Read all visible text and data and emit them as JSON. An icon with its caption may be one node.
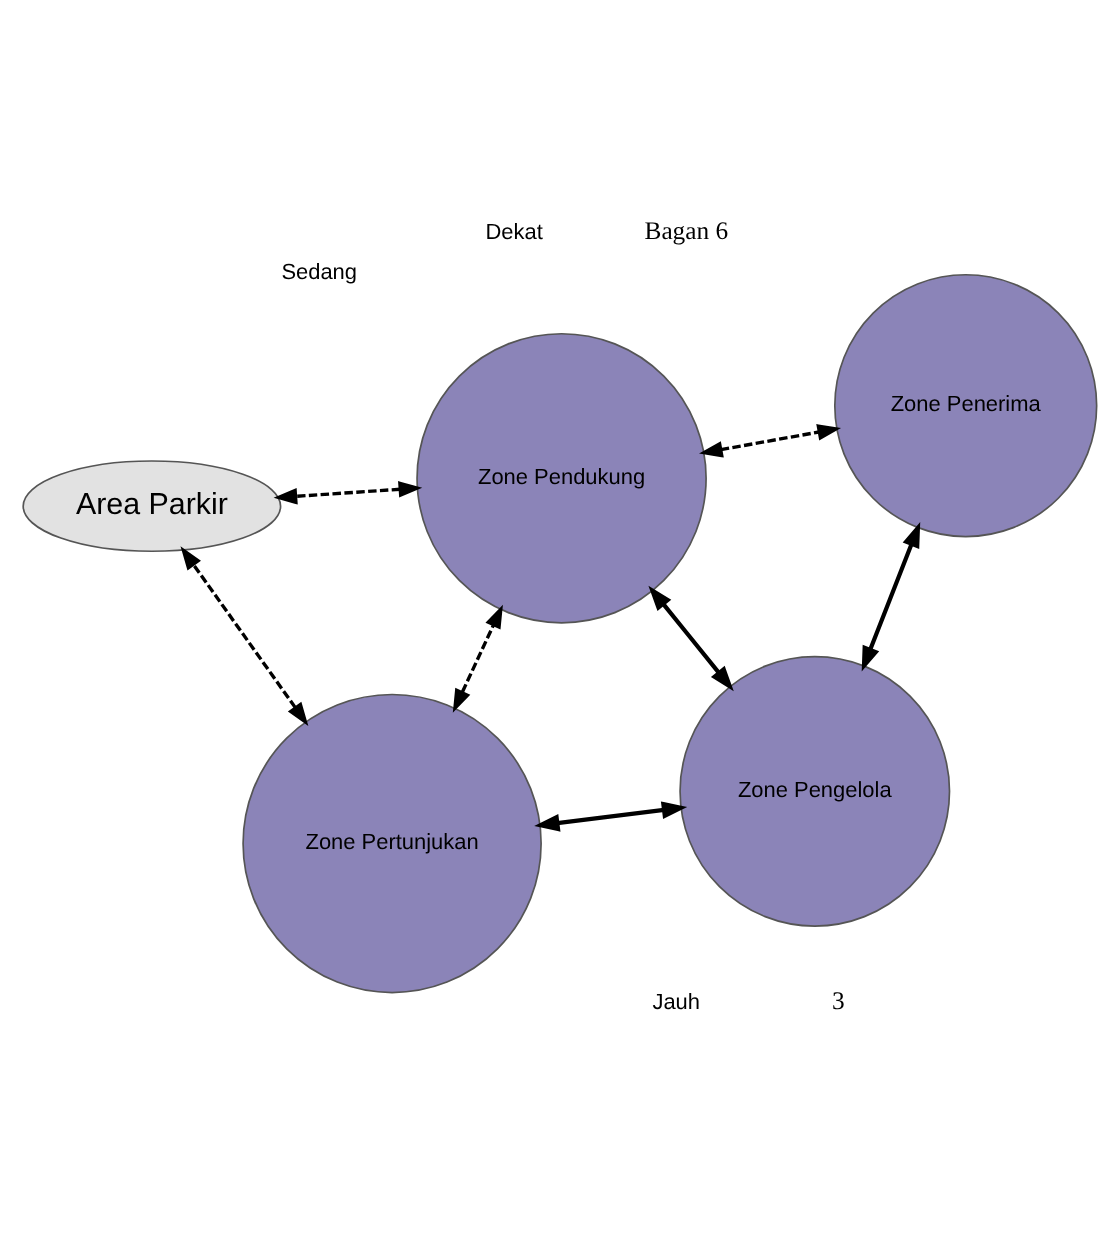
{
  "diagram": {
    "nodes": [
      {
        "text": [
          "Zone Pertunjukan"
        ]
      },
      {
        "text": [
          "Zone Pengelola"
        ]
      },
      {
        "text": [
          "Zone Pendukung"
        ]
      },
      {
        "text": [
          "Zone Penerima"
        ]
      },
      {
        "text": [
          "Area Parkir"
        ]
      }
    ],
    "edges": [
      {
        "from": 0,
        "to": 1,
        "arrow": "both"
      },
      {
        "from": 0,
        "to": 4,
        "arrow": "both",
        "style": "dashed"
      },
      {
        "from": 0,
        "to": 2,
        "arrow": "both",
        "style": "dashed"
      },
      {
        "from": 1,
        "to": 2,
        "arrow": "both"
      },
      {
        "from": 1,
        "to": 3,
        "arrow": "both"
      },
      {
        "from": 2,
        "to": 4,
        "arrow": "both",
        "style": "dashed"
      },
      {
        "from": 2,
        "to": 3,
        "arrow": "both",
        "style": "dashed"
      }
    ],
    "labels": [
      "Bagan 6",
      "3"
    ],
    "legend": [
      {
        "text": "Dekat"
      },
      {
        "text": "Sedang"
      },
      {
        "text": "Jauh"
      }
    ]
  }
}
